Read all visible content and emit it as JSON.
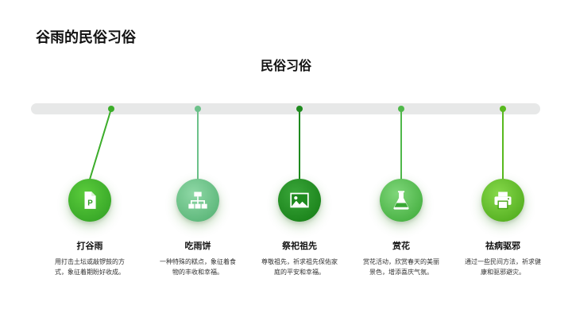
{
  "slide": {
    "title": "谷雨的民俗习俗",
    "section_title": "民俗习俗"
  },
  "colors": {
    "timeline_bar": "#e7e8e8",
    "accent_1": "#3cad2a",
    "accent_2": "#6cc18a",
    "accent_3": "#1e8a1e",
    "accent_4": "#4fb84a",
    "accent_5": "#58b91e"
  },
  "items": [
    {
      "title": "打谷雨",
      "desc": "用打击土坛或敲锣鼓的方式，象征着期盼好收成。",
      "icon": "document-icon"
    },
    {
      "title": "吃雨饼",
      "desc": "一种特殊的糕点，象征着食物的丰收和幸福。",
      "icon": "hierarchy-icon"
    },
    {
      "title": "祭祀祖先",
      "desc": "尊敬祖先，祈求祖先保佑家庭的平安和幸福。",
      "icon": "image-icon"
    },
    {
      "title": "赏花",
      "desc": "赏花活动，欣赏春天的美丽景色，增添喜庆气氛。",
      "icon": "flask-icon"
    },
    {
      "title": "祛病驱邪",
      "desc": "通过一些民间方法，祈求健康和驱邪避灾。",
      "icon": "printer-icon"
    }
  ]
}
